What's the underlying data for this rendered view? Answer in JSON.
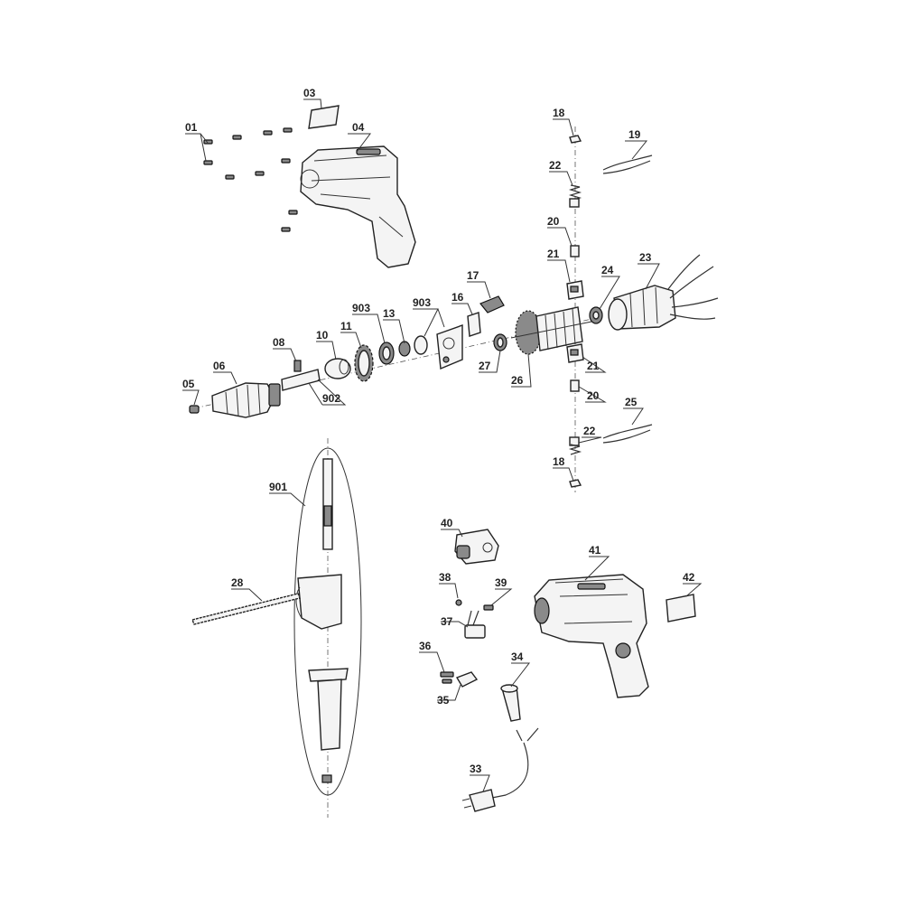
{
  "diagram": {
    "labels": {
      "p01": "01",
      "p03": "03",
      "p04": "04",
      "p05": "05",
      "p06": "06",
      "p08": "08",
      "p10": "10",
      "p11": "11",
      "p13": "13",
      "p16": "16",
      "p17": "17",
      "p18a": "18",
      "p18b": "18",
      "p19": "19",
      "p20a": "20",
      "p20b": "20",
      "p21a": "21",
      "p21b": "21",
      "p22a": "22",
      "p22b": "22",
      "p23": "23",
      "p24": "24",
      "p25": "25",
      "p26": "26",
      "p27": "27",
      "p28": "28",
      "p33": "33",
      "p34": "34",
      "p35": "35",
      "p36": "36",
      "p37": "37",
      "p38": "38",
      "p39": "39",
      "p40": "40",
      "p41": "41",
      "p42": "42",
      "p901": "901",
      "p902": "902",
      "p903a": "903",
      "p903b": "903"
    }
  }
}
